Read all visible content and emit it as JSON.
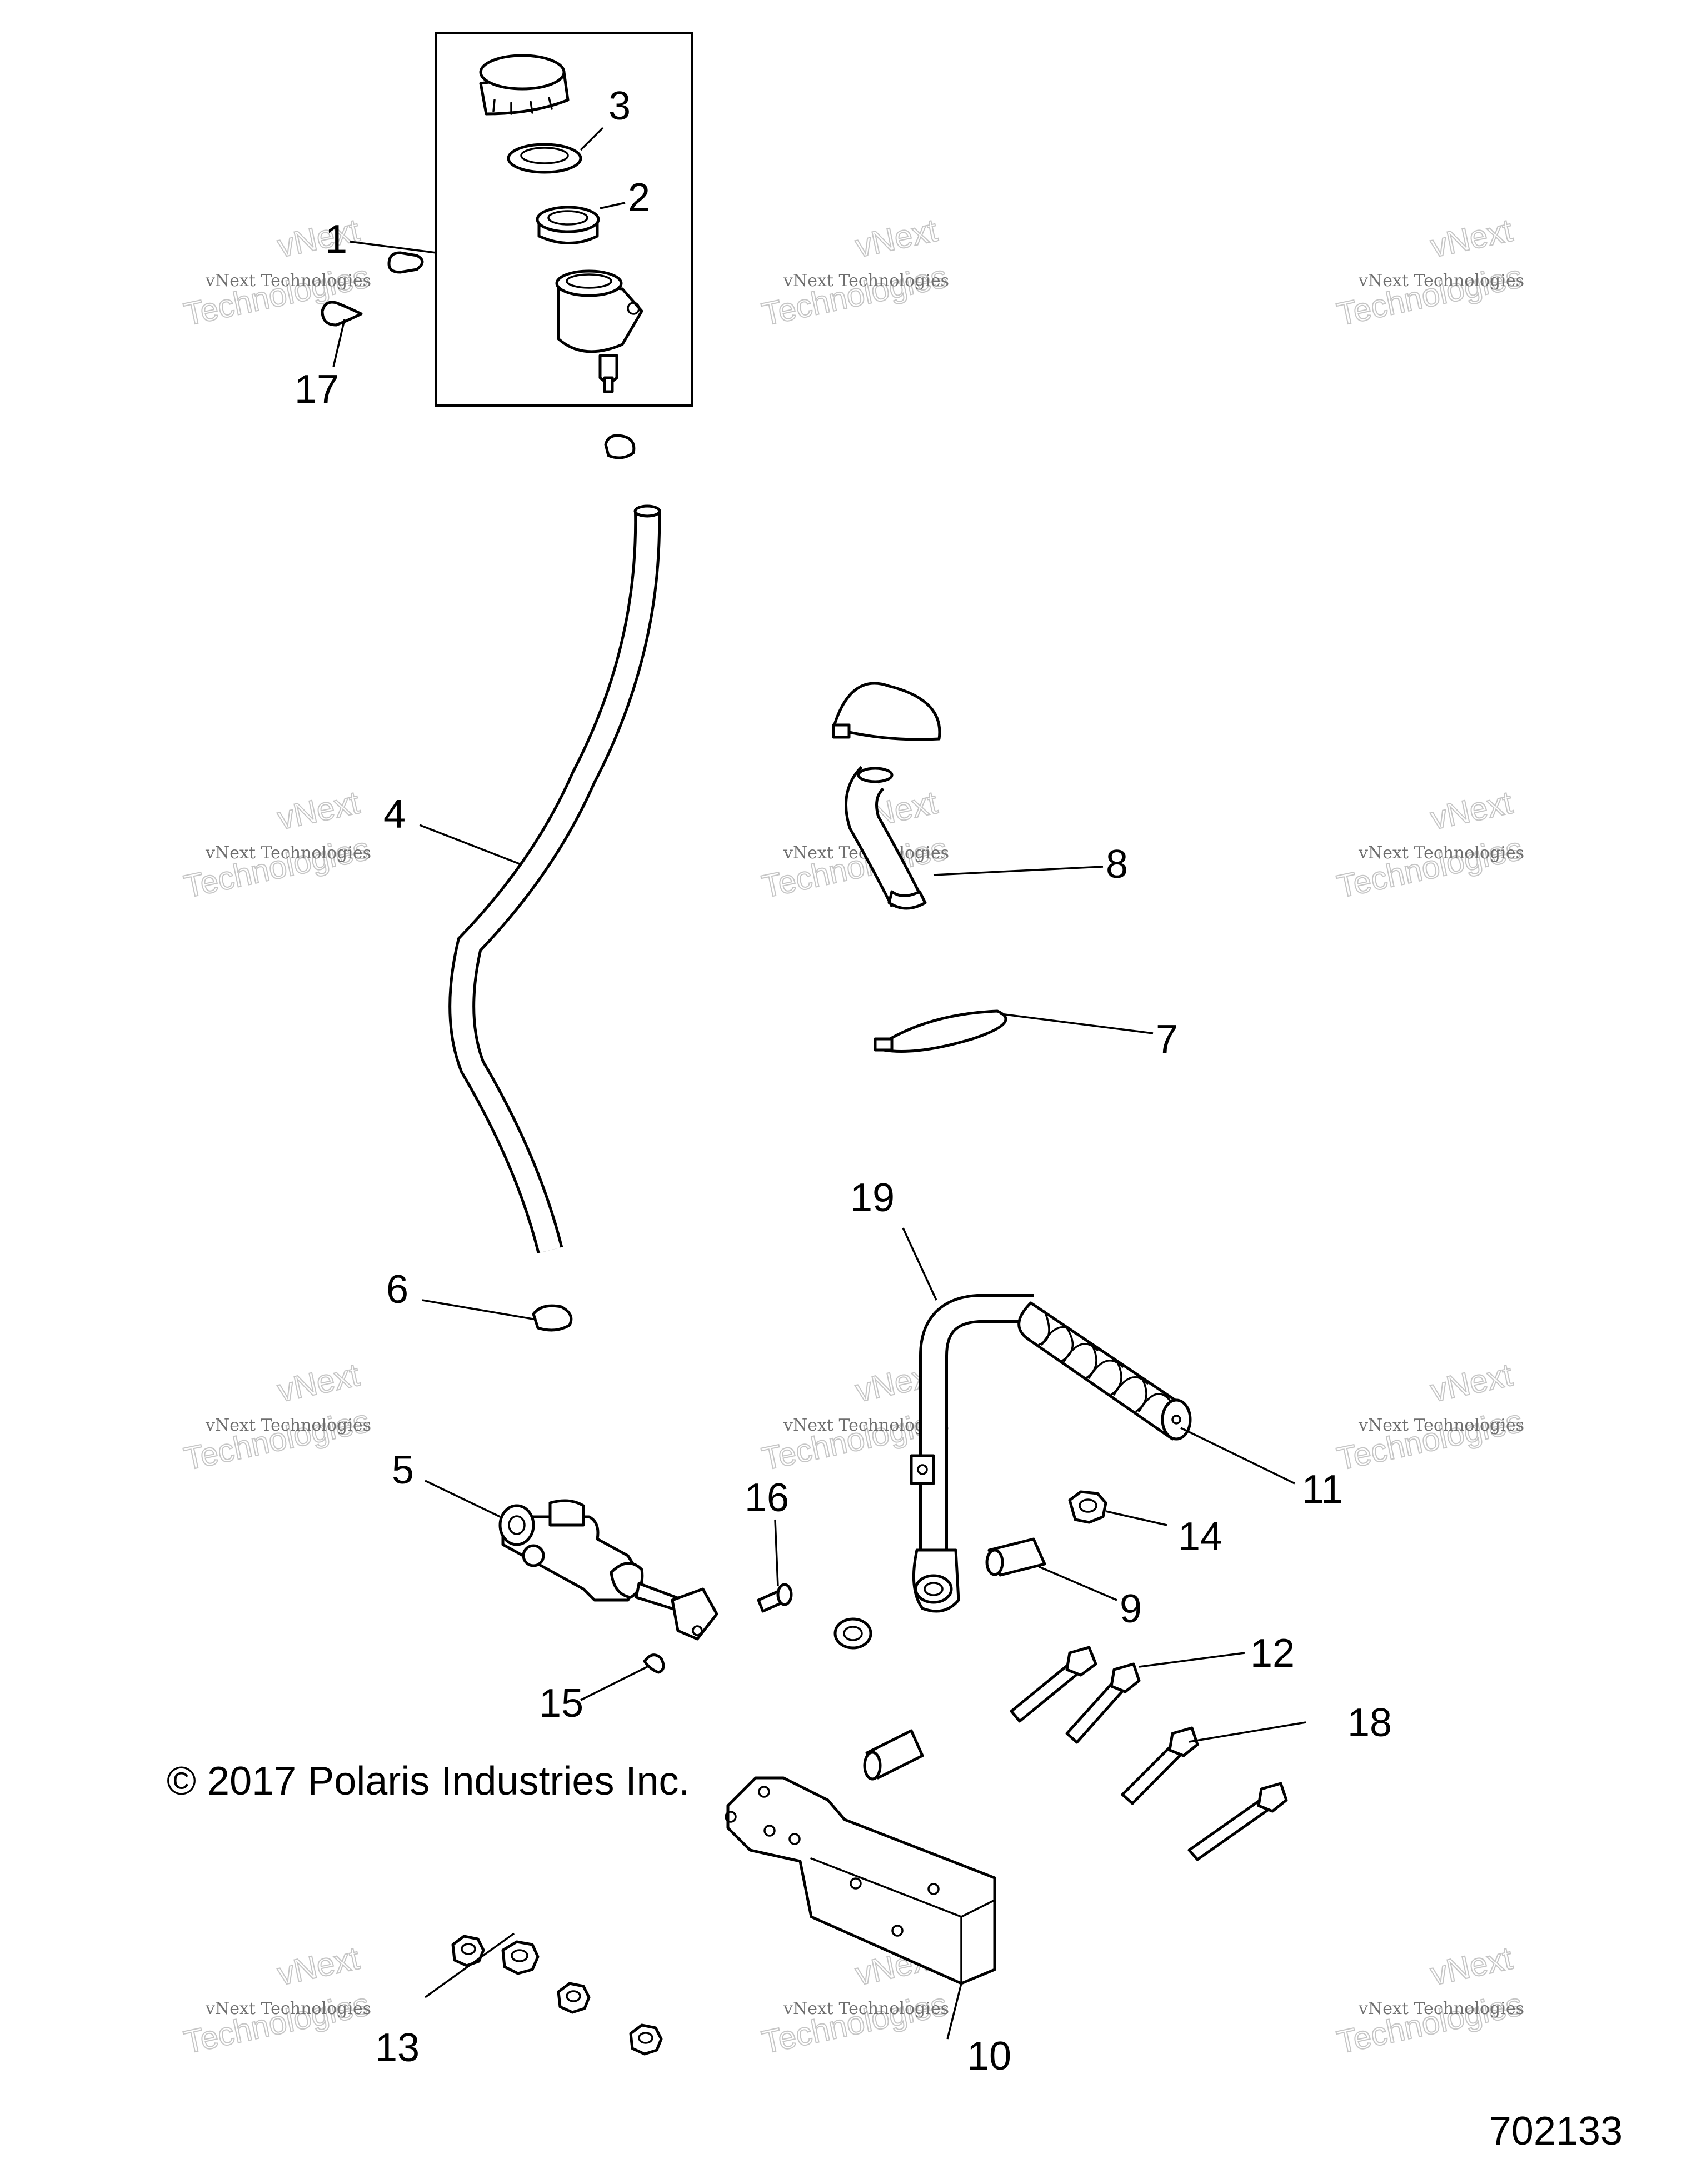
{
  "copyright": "© 2017 Polaris Industries Inc.",
  "diagram_number": "702133",
  "watermark": {
    "line1": "vNext Technologies",
    "line2": "vNext",
    "line3": "Technologies"
  },
  "callouts": [
    "1",
    "2",
    "3",
    "4",
    "5",
    "6",
    "7",
    "8",
    "9",
    "10",
    "11",
    "12",
    "13",
    "14",
    "15",
    "16",
    "17",
    "18",
    "19"
  ]
}
